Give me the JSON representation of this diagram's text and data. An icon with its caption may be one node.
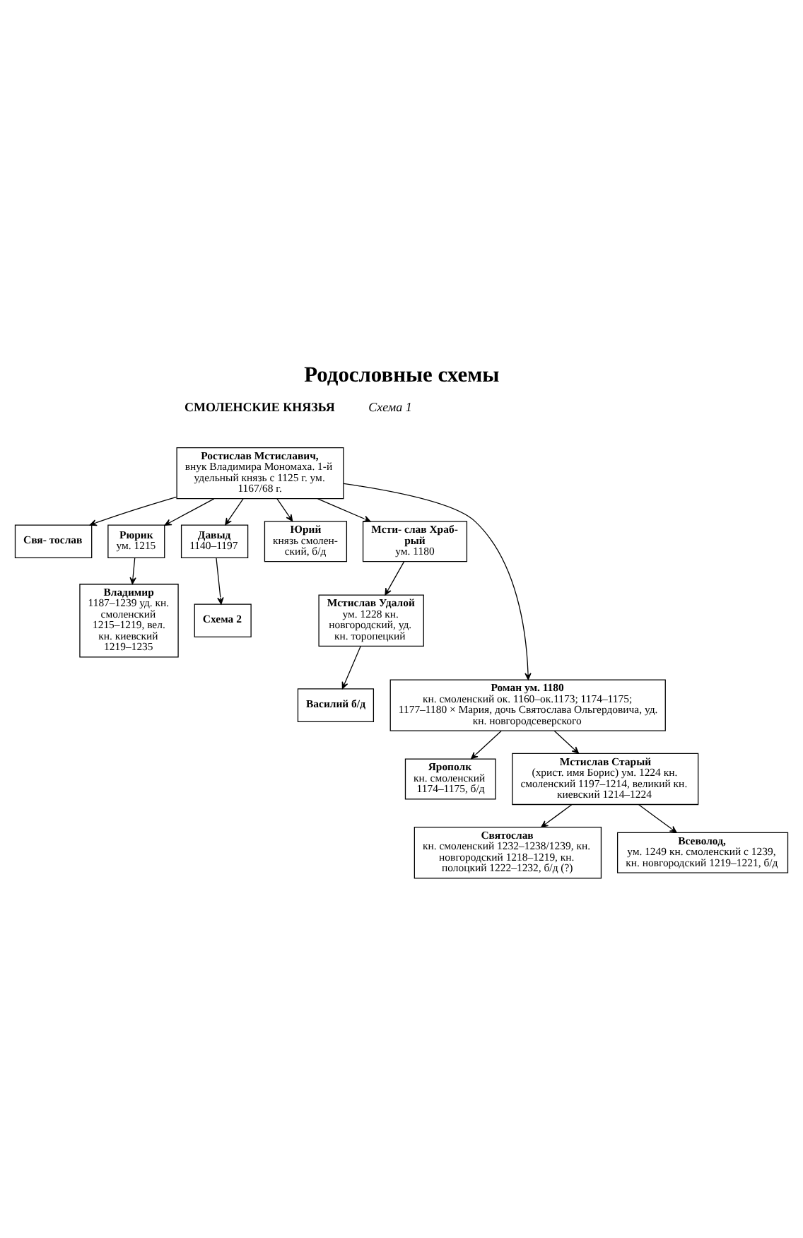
{
  "diagram": {
    "title": "Родословные схемы",
    "nodes": [
      {
        "text": [
          "Ростислав Мстиславич,",
          "внук Владимира Мономаха. 1-й удельный князь с 1125 г. ум. 1167/68 г."
        ]
      },
      {
        "text": [
          "Свя- тослав"
        ]
      },
      {
        "text": [
          "Рюрик",
          "ум. 1215"
        ]
      },
      {
        "text": [
          "Давыд",
          "1140–1197"
        ]
      },
      {
        "text": [
          "Юрий",
          "князь смолен- ский, б/д"
        ]
      },
      {
        "text": [
          "Мсти- слав Храб- рый",
          "ум. 1180"
        ]
      },
      {
        "text": [
          "Владимир",
          "1187–1239 уд. кн. смоленский 1215–1219, вел. кн. киевский 1219–1235"
        ]
      },
      {
        "text": [
          "Схема 2"
        ]
      },
      {
        "text": [
          "Мстислав Удалой",
          "ум. 1228 кн. новгородский, уд. кн. торопецкий"
        ]
      },
      {
        "text": [
          "Василий б/д"
        ]
      },
      {
        "text": [
          "Роман ум. 1180",
          "кн. смоленский ок. 1160–ок.1173; 1174–1175; 1177–1180 × Мария, дочь Святослава Ольгердовича, уд. кн. новгородсеверского"
        ]
      },
      {
        "text": [
          "Ярополк",
          "кн. смоленский 1174–1175, б/д"
        ]
      },
      {
        "text": [
          "Мстислав Старый",
          "(христ. имя Борис) ум. 1224 кн. смоленский 1197–1214, великий кн. киевский 1214–1224"
        ]
      },
      {
        "text": [
          "Святослав",
          "кн. смоленский 1232–1238/1239, кн. новгородский 1218–1219, кн. полоцкий 1222–1232, б/д (?)"
        ]
      },
      {
        "text": [
          "Всеволод,",
          "ум. 1249 кн. смоленский с 1239, кн. новгородский 1219–1221, б/д"
        ]
      }
    ],
    "edges": [
      {
        "from": 0,
        "to": 1,
        "arrow": "to"
      },
      {
        "from": 0,
        "to": 2,
        "arrow": "to"
      },
      {
        "from": 0,
        "to": 3,
        "arrow": "to"
      },
      {
        "from": 0,
        "to": 4,
        "arrow": "to"
      },
      {
        "from": 0,
        "to": 5,
        "arrow": "to"
      },
      {
        "from": 0,
        "to": 10,
        "arrow": "to"
      },
      {
        "from": 2,
        "to": 6,
        "arrow": "to"
      },
      {
        "from": 3,
        "to": 7,
        "arrow": "to"
      },
      {
        "from": 5,
        "to": 8,
        "arrow": "to"
      },
      {
        "from": 8,
        "to": 9,
        "arrow": "to"
      },
      {
        "from": 10,
        "to": 11,
        "arrow": "to"
      },
      {
        "from": 10,
        "to": 12,
        "arrow": "to"
      },
      {
        "from": 12,
        "to": 13,
        "arrow": "to"
      },
      {
        "from": 12,
        "to": 14,
        "arrow": "to"
      }
    ],
    "labels": [
      "Схема 1",
      "СМОЛЕНСКИЕ КНЯЗЬЯ"
    ]
  }
}
